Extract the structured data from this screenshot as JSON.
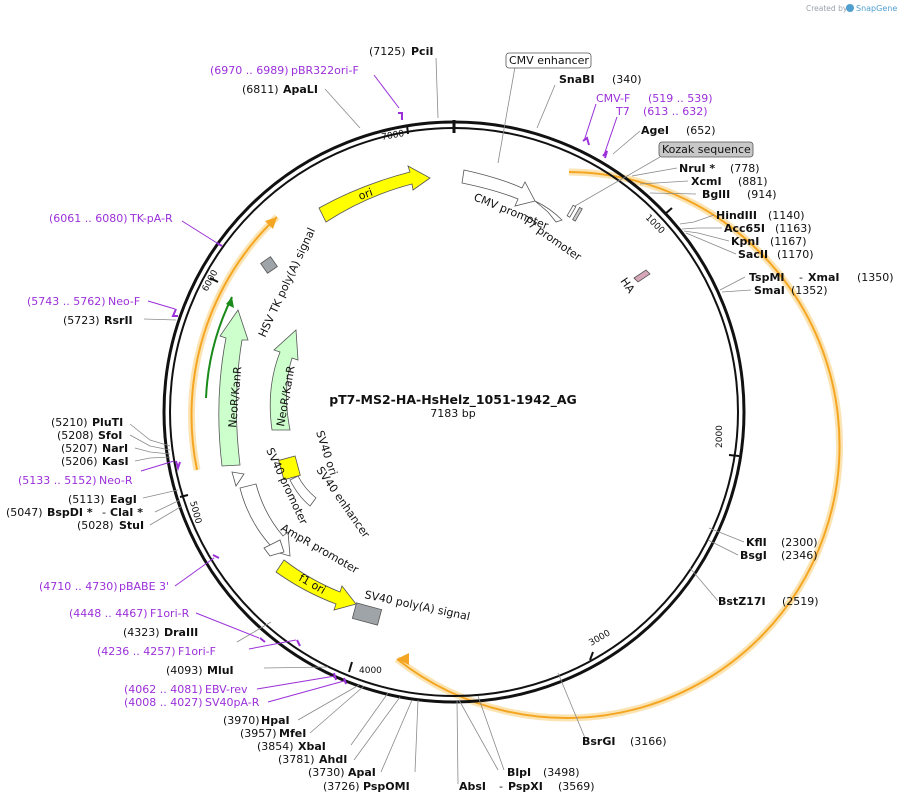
{
  "credit": {
    "prefix": "Created by",
    "brand": "SnapGene"
  },
  "plasmid": {
    "name": "pT7-MS2-HA-HsHelz_1051-1942_AG",
    "size_label": "7183 bp"
  },
  "ticks": [
    "1000",
    "2000",
    "3000",
    "4000",
    "5000",
    "6000",
    "7000"
  ],
  "boxed_features": {
    "cmv_enhancer": "CMV enhancer",
    "kozak": "Kozak sequence"
  },
  "features": {
    "ori": "ori",
    "cmv_promoter": "CMV promoter",
    "t7_promoter": "T7 promoter",
    "ha": "HA",
    "hsv_tk": "HSV TK poly(A) signal",
    "neo_outer": "NeoR/KanR",
    "neo_inner": "NeoR/KanR",
    "sv40_ori": "SV40 ori",
    "sv40_enh": "SV40 enhancer",
    "sv40_prom": "SV40 promoter",
    "ampr_prom": "AmpR promoter",
    "f1_ori": "f1 ori",
    "sv40_polya": "SV40 poly(A) signal"
  },
  "colors": {
    "backbone": "#111111",
    "orf": "#f4a623",
    "orf_halo": "#fbe3b2",
    "ori_yellow": "#ffff00",
    "promoter_white": "#ffffff",
    "neo_green": "#ccffcc",
    "primer_purple": "#9b30d9",
    "polya_grey": "#9fa4a8",
    "ha_pink": "#d6a5b8",
    "kozak_box": "#c8c8c8"
  },
  "sites": {
    "pcii": {
      "pos": "(7125)",
      "name": "PciI"
    },
    "apali": {
      "pos": "(6811)",
      "name": "ApaLI"
    },
    "snabi": {
      "name": "SnaBI",
      "pos": "(340)"
    },
    "agei": {
      "name": "AgeI",
      "pos": "(652)"
    },
    "nrui": {
      "name": "NruI *",
      "pos": "(778)"
    },
    "xcmi": {
      "name": "XcmI",
      "pos": "(881)"
    },
    "bglii": {
      "name": "BglII",
      "pos": "(914)"
    },
    "hindiii": {
      "name": "HindIII",
      "pos": "(1140)"
    },
    "acc65i": {
      "name": "Acc65I",
      "pos": "(1163)"
    },
    "kpni": {
      "name": "KpnI",
      "pos": "(1167)"
    },
    "sacii": {
      "name": "SacII",
      "pos": "(1170)"
    },
    "tspmi": {
      "name": "TspMI",
      "sep": "-",
      "name2": "XmaI",
      "pos": "(1350)"
    },
    "smai": {
      "name": "SmaI",
      "pos": "(1352)"
    },
    "kfli": {
      "name": "KflI",
      "pos": "(2300)"
    },
    "bsgi": {
      "name": "BsgI",
      "pos": "(2346)"
    },
    "bstz17i": {
      "name": "BstZ17I",
      "pos": "(2519)"
    },
    "bsrgi": {
      "name": "BsrGI",
      "pos": "(3166)"
    },
    "blpi": {
      "name": "BlpI",
      "pos": "(3498)"
    },
    "absi": {
      "name": "AbsI",
      "sep": "-",
      "name2": "PspXI",
      "pos": "(3569)"
    },
    "rsrii": {
      "pos": "(5723)",
      "name": "RsrII"
    },
    "pluti": {
      "pos": "(5210)",
      "name": "PluTI"
    },
    "sfoi": {
      "pos": "(5208)",
      "name": "SfoI"
    },
    "nari": {
      "pos": "(5207)",
      "name": "NarI"
    },
    "kasi": {
      "pos": "(5206)",
      "name": "KasI"
    },
    "eagi": {
      "pos": "(5113)",
      "name": "EagI"
    },
    "bspdi": {
      "pos": "(5047)",
      "name": "BspDI *",
      "sep": "-",
      "name2": "ClaI *"
    },
    "stui": {
      "pos": "(5028)",
      "name": "StuI"
    },
    "draiii": {
      "pos": "(4323)",
      "name": "DraIII"
    },
    "mlui": {
      "pos": "(4093)",
      "name": "MluI"
    },
    "hpai": {
      "pos": "(3970)",
      "name": "HpaI"
    },
    "mfei": {
      "pos": "(3957)",
      "name": "MfeI"
    },
    "xbai": {
      "pos": "(3854)",
      "name": "XbaI"
    },
    "ahdi": {
      "pos": "(3781)",
      "name": "AhdI"
    },
    "apai": {
      "pos": "(3730)",
      "name": "ApaI"
    },
    "pspomi": {
      "pos": "(3726)",
      "name": "PspOMI"
    }
  },
  "primers": {
    "pbr322": {
      "range": "(6970 .. 6989)",
      "name": "pBR322ori-F"
    },
    "cmvf": {
      "name": "CMV-F",
      "range": "(519 .. 539)"
    },
    "t7": {
      "name": "T7",
      "range": "(613 .. 632)"
    },
    "tkpar": {
      "range": "(6061 .. 6080)",
      "name": "TK-pA-R"
    },
    "neof": {
      "range": "(5743 .. 5762)",
      "name": "Neo-F"
    },
    "neor": {
      "range": "(5133 .. 5152)",
      "name": "Neo-R"
    },
    "pbabe": {
      "range": "(4710 .. 4730)",
      "name": "pBABE 3'"
    },
    "f1orir": {
      "range": "(4448 .. 4467)",
      "name": "F1ori-R"
    },
    "f1orif": {
      "range": "(4236 .. 4257)",
      "name": "F1ori-F"
    },
    "ebvrev": {
      "range": "(4062 .. 4081)",
      "name": "EBV-rev"
    },
    "sv40par": {
      "range": "(4008 .. 4027)",
      "name": "SV40pA-R"
    }
  }
}
